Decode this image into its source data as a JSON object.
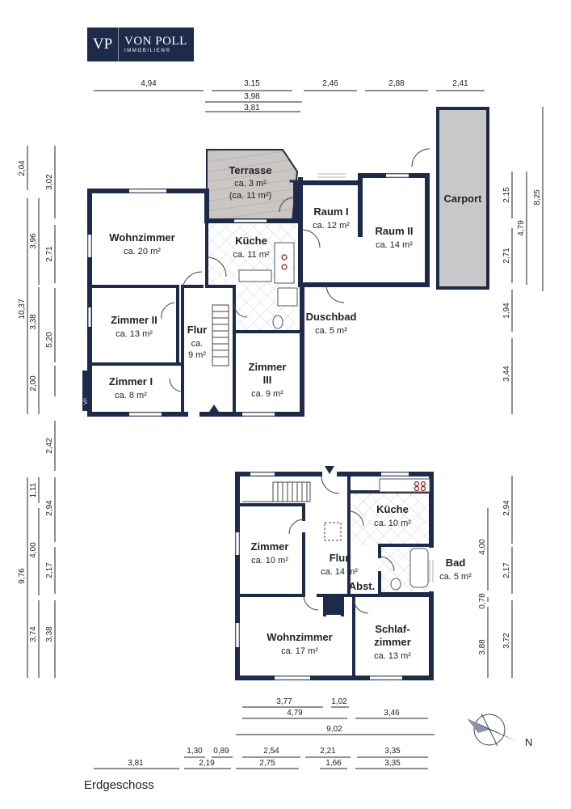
{
  "brand": {
    "initials": "VP",
    "name": "VON POLL",
    "tagline": "IMMOBILIEN®"
  },
  "floor_label": "Erdgeschoss",
  "compass": {
    "north_label": "N"
  },
  "colors": {
    "wall": "#1e2a4a",
    "terrace": "#c9c6c3",
    "carport": "#c8c8c8",
    "dimension": "#222222"
  },
  "house1": {
    "rooms": {
      "terrasse": {
        "name": "Terrasse",
        "area": "ca. 3 m²",
        "area2": "(ca. 11 m²)"
      },
      "wohnzimmer": {
        "name": "Wohnzimmer",
        "area": "ca. 20 m²"
      },
      "kueche": {
        "name": "Küche",
        "area": "ca. 11 m²"
      },
      "raum1": {
        "name": "Raum I",
        "area": "ca. 12 m²"
      },
      "raum2": {
        "name": "Raum II",
        "area": "ca. 14 m²"
      },
      "carport": {
        "name": "Carport"
      },
      "zimmer2": {
        "name": "Zimmer II",
        "area": "ca. 13 m²"
      },
      "flur": {
        "name": "Flur",
        "area_a": "ca.",
        "area_b": "9 m²"
      },
      "duschbad": {
        "name": "Duschbad",
        "area": "ca. 5 m²"
      },
      "zimmer3": {
        "name_a": "Zimmer",
        "name_b": "III",
        "area": "ca. 9 m²"
      },
      "zimmer1": {
        "name": "Zimmer I",
        "area": "ca. 8 m²"
      }
    },
    "dims_top": [
      "4,94",
      "3,15",
      "3,98",
      "3,81",
      "2,46",
      "2,88",
      "2,41"
    ],
    "dims_left": [
      "2,04",
      "3,02",
      "3,96",
      "2,71",
      "10,37",
      "3,38",
      "5,20",
      "2,00"
    ],
    "dims_right": [
      "2,15",
      "4,79",
      "8,25",
      "2,71",
      "1,94",
      "3,44"
    ],
    "dim_between": "2,42"
  },
  "house2": {
    "rooms": {
      "kueche": {
        "name": "Küche",
        "area": "ca. 10 m²"
      },
      "zimmer": {
        "name": "Zimmer",
        "area": "ca. 10 m²"
      },
      "flur": {
        "name": "Flur",
        "area": "ca. 14 m²"
      },
      "bad": {
        "name": "Bad",
        "area": "ca. 5 m²"
      },
      "abst": {
        "name": "Abst."
      },
      "wohnzimmer": {
        "name": "Wohnzimmer",
        "area": "ca. 17 m²"
      },
      "schlafzimmer": {
        "name_a": "Schlaf-",
        "name_b": "zimmer",
        "area": "ca. 13 m²"
      }
    },
    "dims_left": [
      "9,76",
      "1,11",
      "4,00",
      "2,94",
      "2,17",
      "3,74",
      "3,38"
    ],
    "dims_right": [
      "2,94",
      "4,00",
      "2,17",
      "0,78",
      "3,88",
      "3,72"
    ],
    "dims_bottom": [
      "3,77",
      "1,02",
      "4,79",
      "3,46",
      "9,02",
      "1,30",
      "0,89",
      "2,54",
      "2,21",
      "3,35",
      "3,81",
      "2,19",
      "2,75",
      "1,66",
      "3,35"
    ]
  }
}
